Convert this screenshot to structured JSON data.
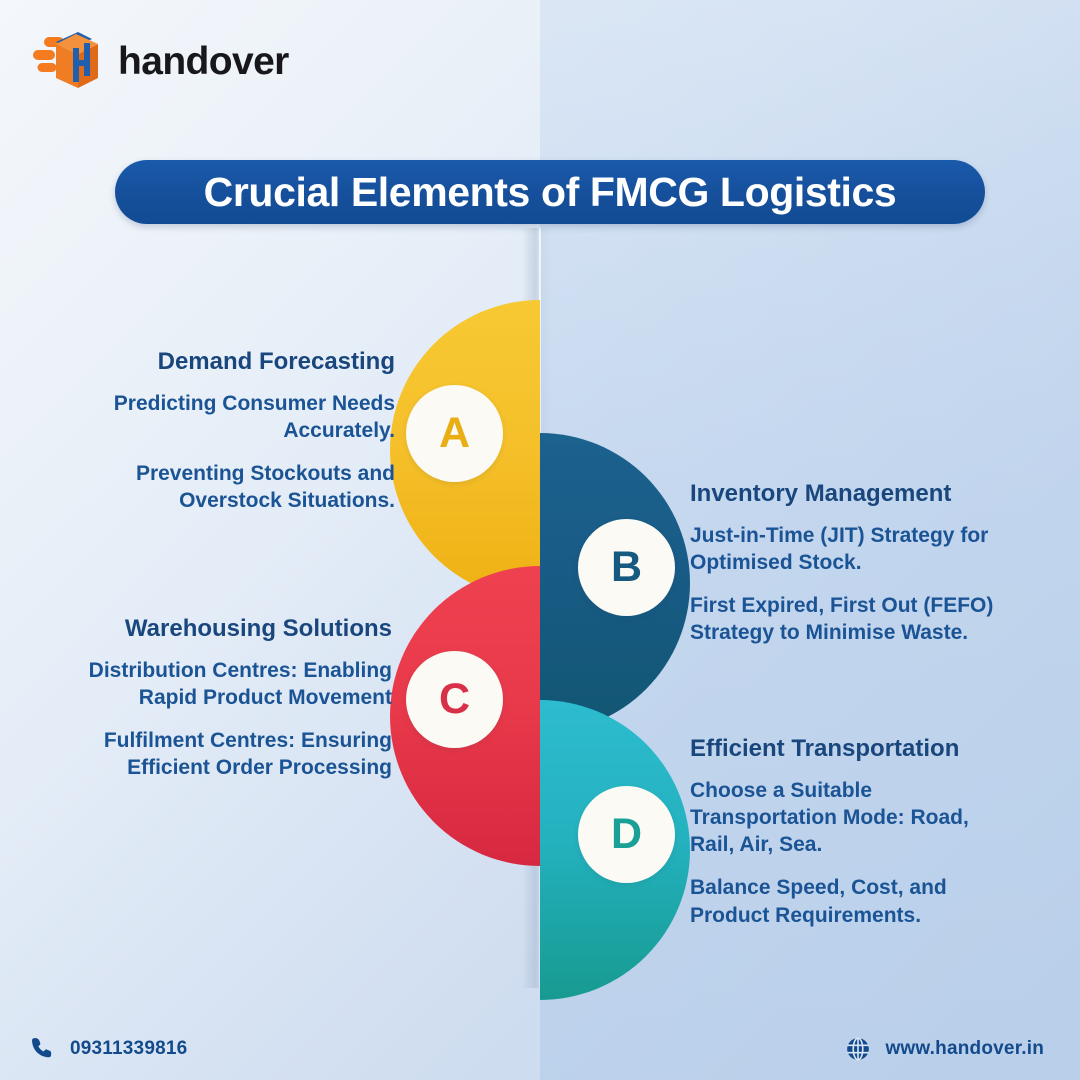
{
  "brand": {
    "name": "handover",
    "logo_icon": "handover-box-logo-icon"
  },
  "title": {
    "text": "Crucial Elements of FMCG Logistics",
    "banner_color": "#16509C",
    "text_color": "#FFFFFF"
  },
  "sections": [
    {
      "letter": "A",
      "heading": "Demand Forecasting",
      "side": "left",
      "color": "#F5C02A",
      "letter_color": "#E8AE14",
      "points": [
        "Predicting Consumer Needs Accurately.",
        "Preventing Stockouts and Overstock Situations."
      ]
    },
    {
      "letter": "B",
      "heading": "Inventory Management",
      "side": "right",
      "color": "#1C628E",
      "letter_color": "#175A7F",
      "points": [
        "Just-in-Time (JIT) Strategy for Optimised Stock.",
        "First Expired, First Out (FEFO) Strategy to Minimise Waste."
      ]
    },
    {
      "letter": "C",
      "heading": "Warehousing Solutions",
      "side": "left",
      "color": "#EE414F",
      "letter_color": "#D9304A",
      "points": [
        "Distribution Centres: Enabling Rapid Product Movement",
        "Fulfilment Centres: Ensuring Efficient Order Processing"
      ]
    },
    {
      "letter": "D",
      "heading": "Efficient Transportation",
      "side": "right",
      "color": "#2DBCCF",
      "letter_color": "#1AA096",
      "points": [
        "Choose a Suitable Transportation Mode: Road, Rail, Air, Sea.",
        "Balance Speed, Cost, and Product Requirements."
      ]
    }
  ],
  "footer": {
    "phone": "09311339816",
    "phone_icon": "phone-icon",
    "website": "www.handover.in",
    "website_icon": "globe-icon",
    "text_color": "#134A8C"
  }
}
